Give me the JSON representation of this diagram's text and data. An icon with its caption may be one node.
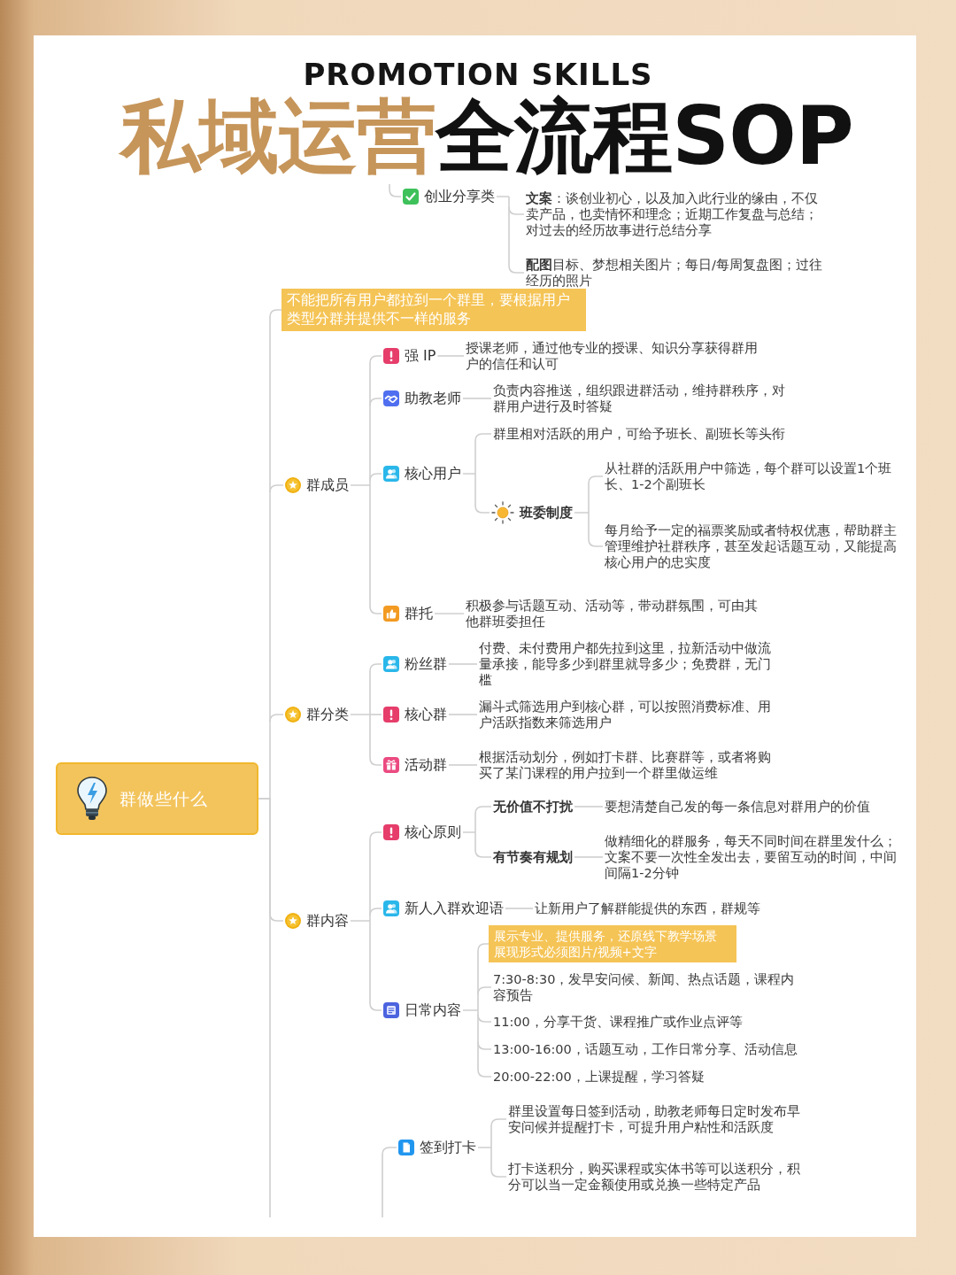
{
  "diagram": {
    "title": "私域运营全流程SOP",
    "nodes": [
      {
        "text": [
          "群做些什么"
        ]
      },
      {
        "text": [
          "创业分享类"
        ]
      },
      {
        "text": [
          "**文案**：谈创业初心，以及加入此行业的缘由，不仅卖产品，也卖情怀和理念；近期工作复盘与总结；对过去的经历故事进行总结分享"
        ]
      },
      {
        "text": [
          "**配图**目标、梦想相关图片；每日/每周复盘图；过往经历的照片"
        ]
      },
      {
        "text": [
          "不能把所有用户都拉到一个群里，要根据用户类型分群并提供不一样的服务"
        ]
      },
      {
        "text": [
          "群成员"
        ]
      },
      {
        "text": [
          "强 IP"
        ]
      },
      {
        "text": [
          "授课老师，通过他专业的授课、知识分享获得群用户的信任和认可"
        ]
      },
      {
        "text": [
          "助教老师"
        ]
      },
      {
        "text": [
          "负责内容推送，组织跟进群活动，维持群秩序，对群用户进行及时答疑"
        ]
      },
      {
        "text": [
          "核心用户"
        ]
      },
      {
        "text": [
          "群里相对活跃的用户，可给予班长、副班长等头衔"
        ]
      },
      {
        "text": [
          "班委制度"
        ]
      },
      {
        "text": [
          "从社群的活跃用户中筛选，每个群可以设置1个班长、1-2个副班长"
        ]
      },
      {
        "text": [
          "每月给予一定的福票奖励或者特权优惠，帮助群主管理维护社群秩序，甚至发起话题互动，又能提高核心用户的忠实度"
        ]
      },
      {
        "text": [
          "群托"
        ]
      },
      {
        "text": [
          "积极参与话题互动、活动等，带动群氛围，可由其他群班委担任"
        ]
      },
      {
        "text": [
          "群分类"
        ]
      },
      {
        "text": [
          "粉丝群"
        ]
      },
      {
        "text": [
          "付费、未付费用户都先拉到这里，拉新活动中做流量承接，能导多少到群里就导多少；免费群，无门槛"
        ]
      },
      {
        "text": [
          "核心群"
        ]
      },
      {
        "text": [
          "漏斗式筛选用户到核心群，可以按照消费标准、用户活跃指数来筛选用户"
        ]
      },
      {
        "text": [
          "活动群"
        ]
      },
      {
        "text": [
          "根据活动划分，例如打卡群、比赛群等，或者将购买了某门课程的用户拉到一个群里做运维"
        ]
      },
      {
        "text": [
          "群内容"
        ]
      },
      {
        "text": [
          "核心原则"
        ]
      },
      {
        "text": [
          "无价值不打扰"
        ]
      },
      {
        "text": [
          "要想清楚自己发的每一条信息对群用户的价值"
        ]
      },
      {
        "text": [
          "有节奏有规划"
        ]
      },
      {
        "text": [
          "做精细化的群服务，每天不同时间在群里发什么；文案不要一次性全发出去，要留互动的时间，中间间隔1-2分钟"
        ]
      },
      {
        "text": [
          "新人入群欢迎语"
        ]
      },
      {
        "text": [
          "让新用户了解群能提供的东西，群规等"
        ]
      },
      {
        "text": [
          "日常内容"
        ]
      },
      {
        "text": [
          "展示专业、提供服务，还原线下教学场景",
          "展现形式必须图片/视频+文字"
        ]
      },
      {
        "text": [
          "7:30-8:30，发早安问候、新闻、热点话题，课程内容预告"
        ]
      },
      {
        "text": [
          "11:00，分享干货、课程推广或作业点评等"
        ]
      },
      {
        "text": [
          "13:00-16:00，话题互动，工作日常分享、活动信息"
        ]
      },
      {
        "text": [
          "20:00-22:00，上课提醒，学习答疑"
        ]
      },
      {
        "text": [
          "签到打卡"
        ]
      },
      {
        "text": [
          "群里设置每日签到活动，助教老师每日定时发布早安问候并提醒打卡，可提升用户粘性和活跃度"
        ]
      },
      {
        "text": [
          "打卡送积分，购买课程或实体书等可以送积分，积分可以当一定金额使用或兑换一些特定产品"
        ]
      }
    ],
    "edges": [
      {
        "from": null,
        "to": 1,
        "arrow": "none"
      },
      {
        "from": 1,
        "to": 2,
        "arrow": "none"
      },
      {
        "from": 1,
        "to": 3,
        "arrow": "none"
      },
      {
        "from": 0,
        "to": 4,
        "arrow": "none"
      },
      {
        "from": 0,
        "to": 5,
        "arrow": "none"
      },
      {
        "from": 5,
        "to": 6,
        "arrow": "none"
      },
      {
        "from": 6,
        "to": 7,
        "arrow": "none"
      },
      {
        "from": 5,
        "to": 8,
        "arrow": "none"
      },
      {
        "from": 8,
        "to": 9,
        "arrow": "none"
      },
      {
        "from": 5,
        "to": 10,
        "arrow": "none"
      },
      {
        "from": 10,
        "to": 11,
        "arrow": "none"
      },
      {
        "from": 10,
        "to": 12,
        "arrow": "none"
      },
      {
        "from": 12,
        "to": 13,
        "arrow": "none"
      },
      {
        "from": 12,
        "to": 14,
        "arrow": "none"
      },
      {
        "from": 5,
        "to": 15,
        "arrow": "none"
      },
      {
        "from": 15,
        "to": 16,
        "arrow": "none"
      },
      {
        "from": 0,
        "to": 17,
        "arrow": "none"
      },
      {
        "from": 17,
        "to": 18,
        "arrow": "none"
      },
      {
        "from": 18,
        "to": 19,
        "arrow": "none"
      },
      {
        "from": 17,
        "to": 20,
        "arrow": "none"
      },
      {
        "from": 20,
        "to": 21,
        "arrow": "none"
      },
      {
        "from": 17,
        "to": 22,
        "arrow": "none"
      },
      {
        "from": 22,
        "to": 23,
        "arrow": "none"
      },
      {
        "from": 0,
        "to": 24,
        "arrow": "none"
      },
      {
        "from": 24,
        "to": 25,
        "arrow": "none"
      },
      {
        "from": 25,
        "to": 26,
        "arrow": "none"
      },
      {
        "from": 26,
        "to": 27,
        "arrow": "none"
      },
      {
        "from": 25,
        "to": 28,
        "arrow": "none"
      },
      {
        "from": 28,
        "to": 29,
        "arrow": "none"
      },
      {
        "from": 24,
        "to": 30,
        "arrow": "none"
      },
      {
        "from": 30,
        "to": 31,
        "arrow": "none"
      },
      {
        "from": 24,
        "to": 32,
        "arrow": "none"
      },
      {
        "from": 32,
        "to": 33,
        "arrow": "none"
      },
      {
        "from": 32,
        "to": 34,
        "arrow": "none"
      },
      {
        "from": 32,
        "to": 35,
        "arrow": "none"
      },
      {
        "from": 32,
        "to": 36,
        "arrow": "none"
      },
      {
        "from": 32,
        "to": 37,
        "arrow": "none"
      },
      {
        "from": null,
        "to": 38,
        "arrow": "none"
      },
      {
        "from": 38,
        "to": 39,
        "arrow": "none"
      },
      {
        "from": 38,
        "to": 40,
        "arrow": "none"
      },
      {
        "from": 0,
        "to": null,
        "arrow": "none"
      }
    ],
    "labels": [
      "PROMOTION SKILLS"
    ]
  }
}
